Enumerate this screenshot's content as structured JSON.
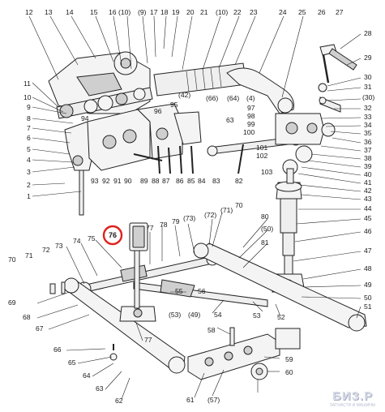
{
  "callouts": {
    "c1": "1",
    "c2": "2",
    "c3": "3",
    "c4": "4",
    "c5": "5",
    "c6": "6",
    "c7": "7",
    "c8": "8",
    "c9": "9",
    "c10": "10",
    "c11": "11",
    "c12": "12",
    "c13": "13",
    "c14": "14",
    "c15": "15",
    "c16": "16",
    "c17": "17",
    "c18": "18",
    "c19": "19",
    "c20": "20",
    "c21": "21",
    "c22": "22",
    "c23": "23",
    "c24": "24",
    "c25": "25",
    "c26": "26",
    "c27": "27",
    "c28": "28",
    "c29": "29",
    "c30": "30",
    "c31": "31",
    "c32": "32",
    "c33": "33",
    "c34": "34",
    "c35": "35",
    "c36": "36",
    "c37": "37",
    "c38": "38",
    "c39": "39",
    "c40": "40",
    "c41": "41",
    "c42": "42",
    "c43": "43",
    "c44": "44",
    "c45": "45",
    "c46": "46",
    "c47": "47",
    "c48": "48",
    "c49": "49",
    "c50": "50",
    "c51": "51",
    "c52": "52",
    "c53": "53",
    "c54": "54",
    "c55": "55",
    "c56": "56",
    "c57": "(57)",
    "c58": "58",
    "c59": "59",
    "c60": "60",
    "c61": "61",
    "c62": "62",
    "c63": "63",
    "c64": "64",
    "c65": "65",
    "c66": "66",
    "c67": "67",
    "c68": "68",
    "c69": "69",
    "c70": "70",
    "c71": "71",
    "c72": "72",
    "c73": "73",
    "c74": "74",
    "c75": "75",
    "c76": "76",
    "c77": "77",
    "c78": "78",
    "c79": "79",
    "c80": "80",
    "c81": "81",
    "c82": "82",
    "c83": "83",
    "c84": "84",
    "c85": "85",
    "c86": "86",
    "c87": "87",
    "c88": "88",
    "c89": "89",
    "c90": "90",
    "c91": "91",
    "c92": "92",
    "c93": "93",
    "c94": "94",
    "c95": "95",
    "c96": "96",
    "c97": "97",
    "c98": "98",
    "c99": "99",
    "c100": "100",
    "c101": "101",
    "c102": "102",
    "c103": "103",
    "p10": "(10)",
    "p10b": "(10)",
    "p9": "(9)",
    "p42": "(42)",
    "p66": "(66)",
    "p64": "(64)",
    "p4": "(4)",
    "p30": "(30)",
    "p73": "(73)",
    "p72": "(72)",
    "p71": "(71)",
    "p50": "(50)",
    "p53": "(53)",
    "p49": "(49)"
  },
  "highlight": {
    "label": "76",
    "color": "#e0201c"
  },
  "watermark": {
    "text": "БИЗ.Р",
    "subtext": "ЗАПЧАСТИ И МАШИНЫ"
  },
  "colors": {
    "line": "#222222",
    "fill": "#f4f4f4",
    "highlight": "#e0201c"
  }
}
